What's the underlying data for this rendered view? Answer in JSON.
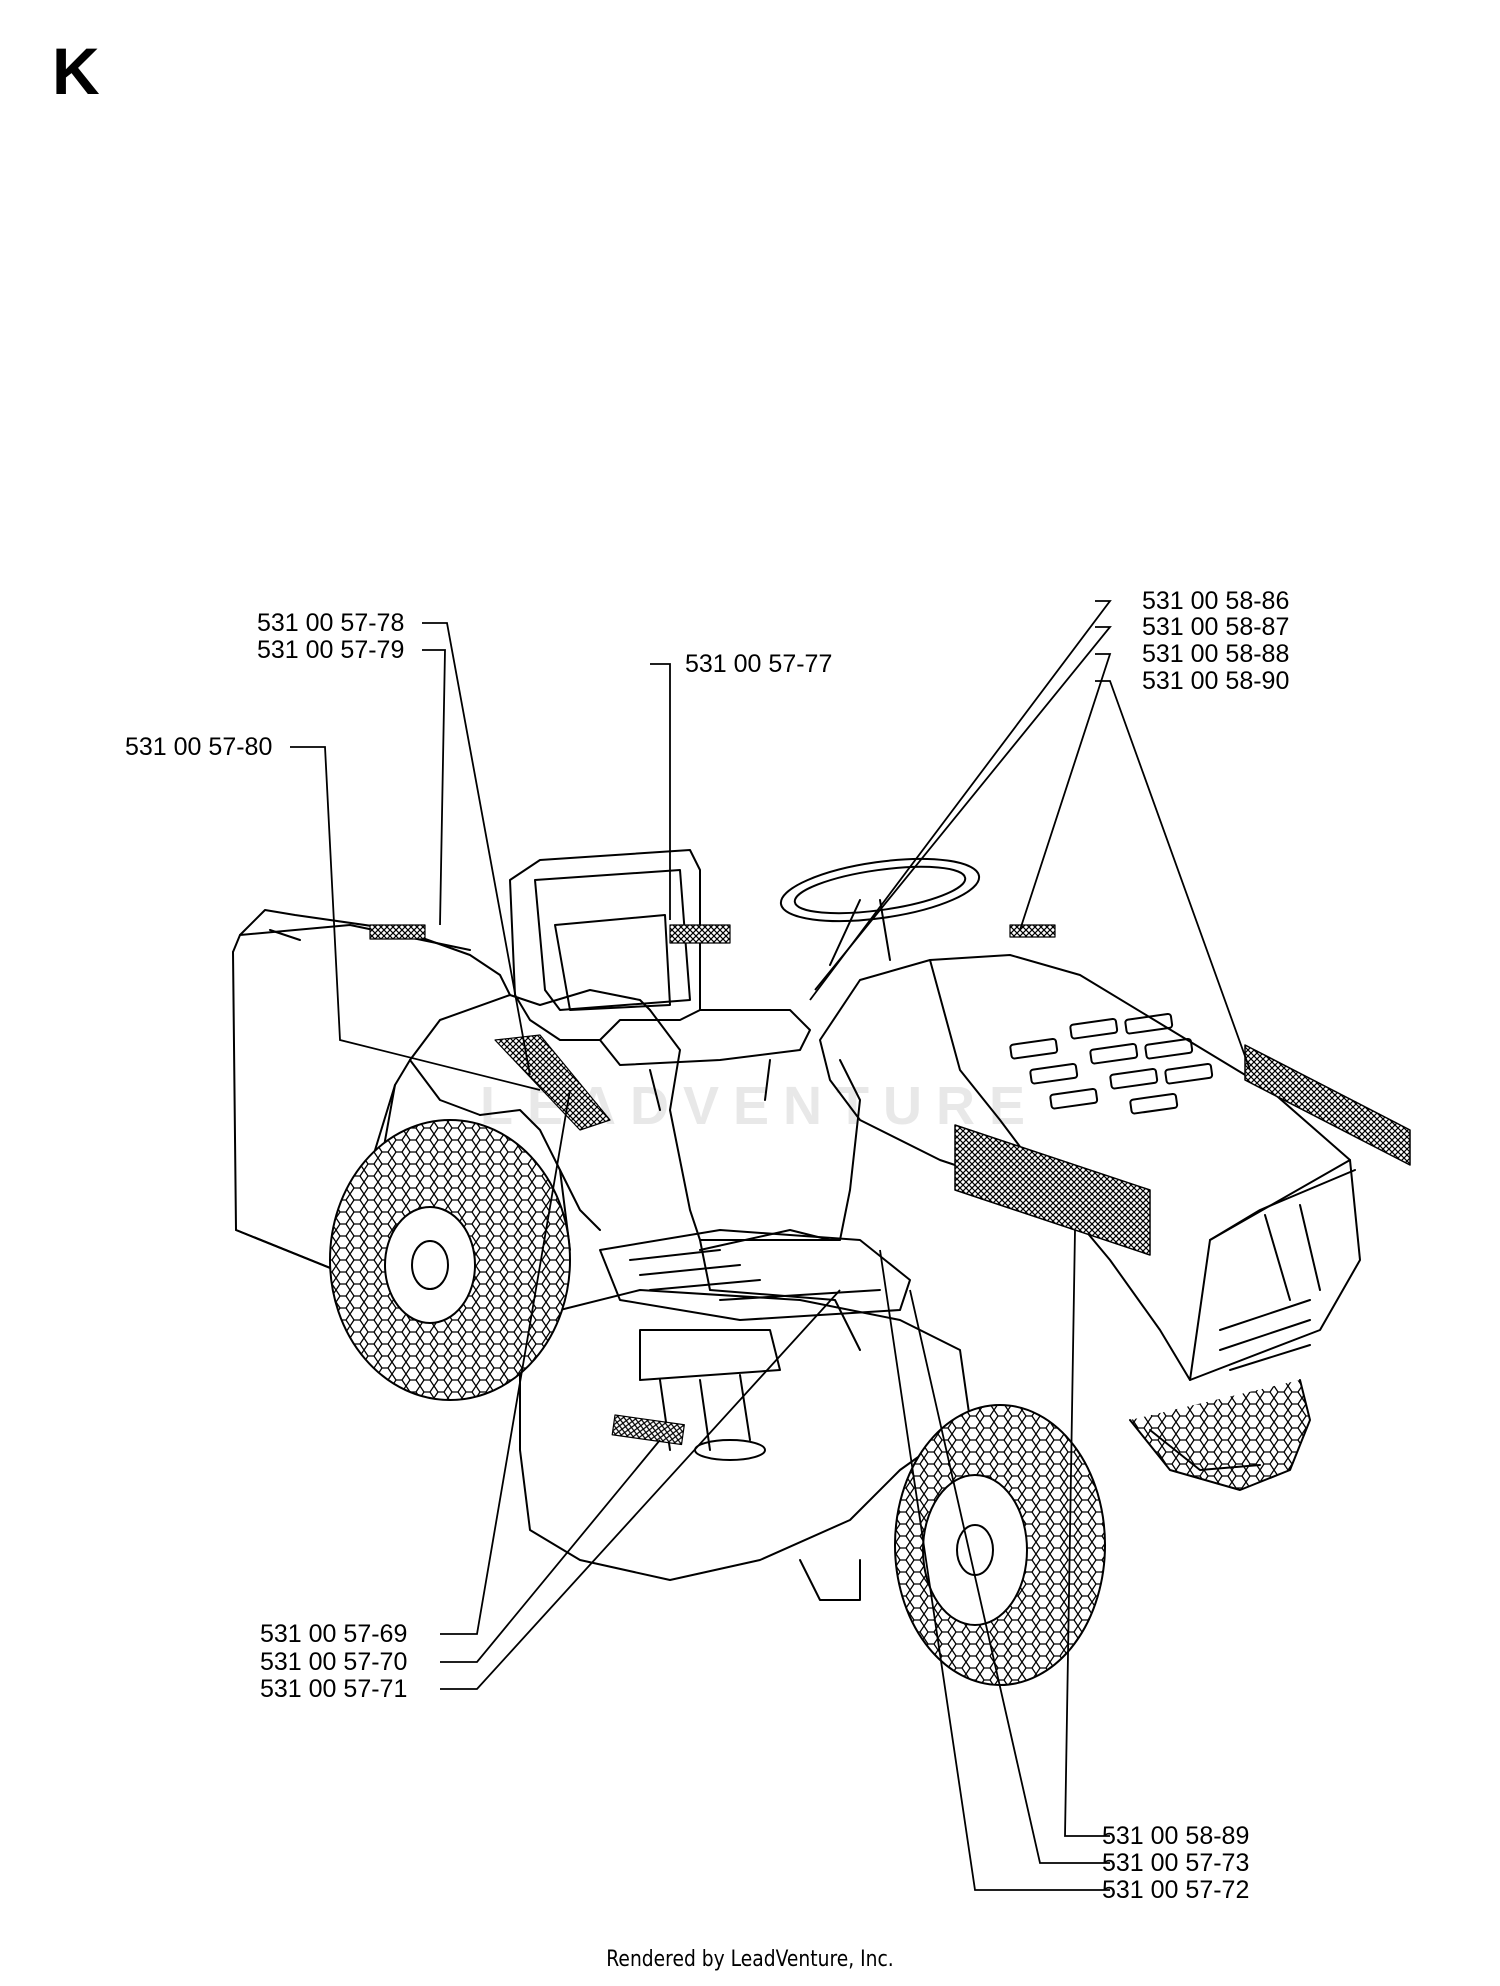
{
  "section_letter": "K",
  "watermark": "LEADVENTURE",
  "footer": "Rendered by LeadVenture, Inc.",
  "callouts": {
    "p7778": "531 00 57-78",
    "p7779": "531 00 57-79",
    "p7777": "531 00 57-77",
    "p7780": "531 00 57-80",
    "p5886": "531 00 58-86",
    "p5887": "531 00 58-87",
    "p5888": "531 00 58-88",
    "p5890": "531 00 58-90",
    "p7769": "531 00 57-69",
    "p7770": "531 00 57-70",
    "p7771": "531 00 57-71",
    "p5889": "531 00 58-89",
    "p7773": "531 00 57-73",
    "p7772": "531 00 57-72"
  }
}
